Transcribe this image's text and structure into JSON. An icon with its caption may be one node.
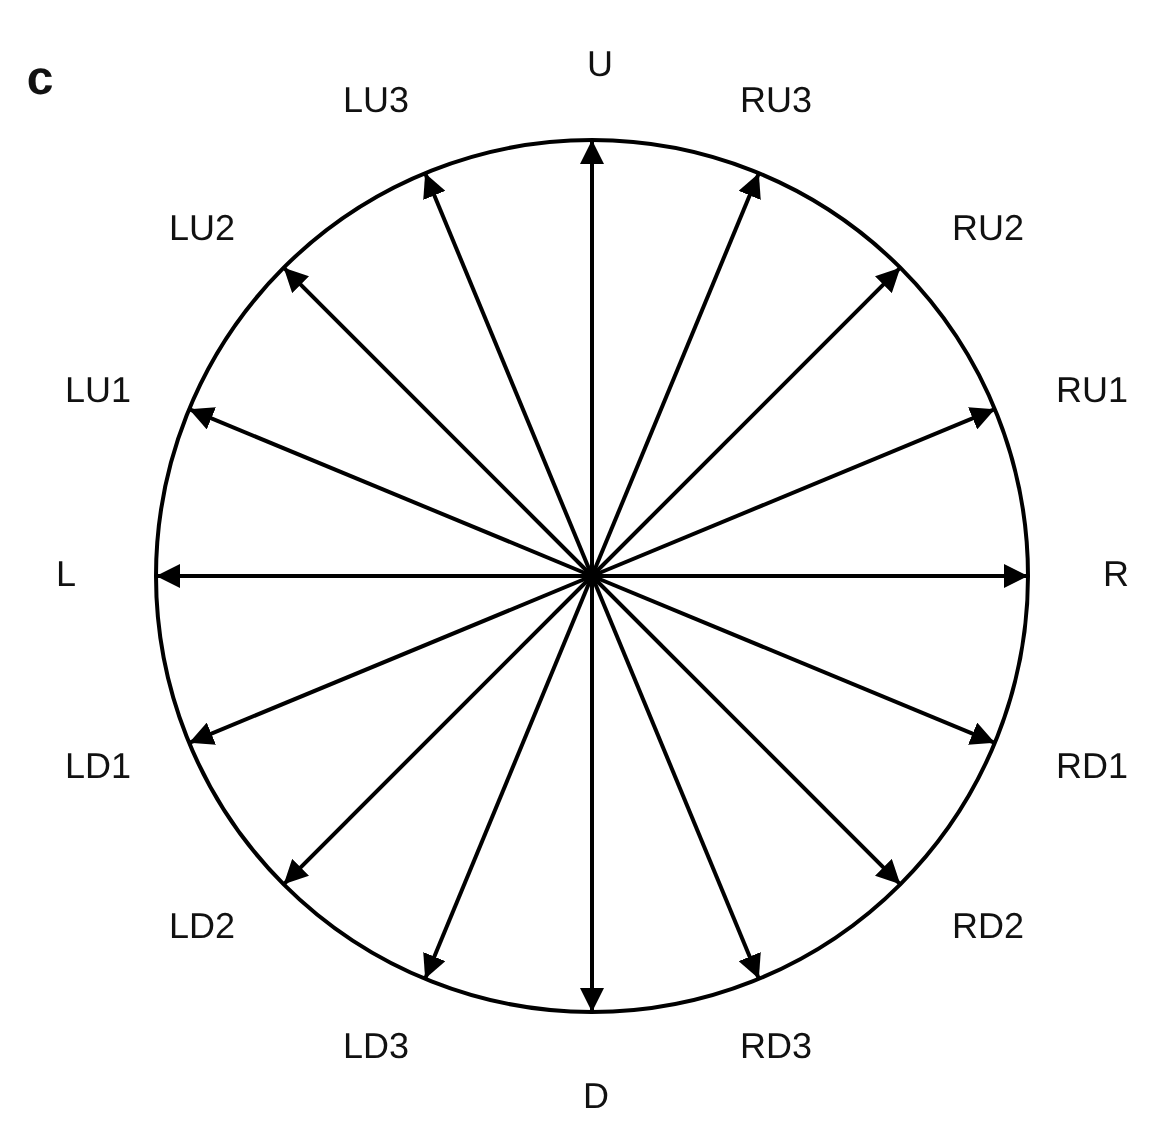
{
  "diagram": {
    "labels": [
      "c",
      "U",
      "LU3",
      "RU3",
      "LU2",
      "RU2",
      "LU1",
      "RU1",
      "L",
      "R",
      "LD1",
      "RD1",
      "LD2",
      "RD2",
      "LD3",
      "RD3",
      "D"
    ]
  }
}
